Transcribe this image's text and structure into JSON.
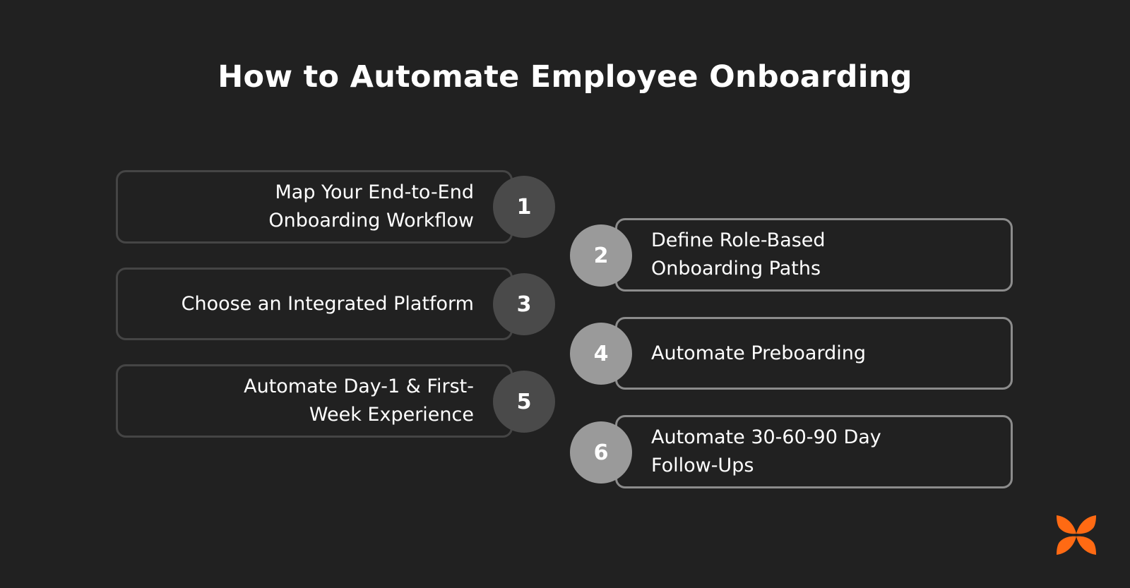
{
  "title": "How to Automate Employee Onboarding",
  "steps": [
    {
      "number": "1",
      "text": "Map Your End-to-End\nOnboarding Workflow"
    },
    {
      "number": "2",
      "text": "Define Role-Based\nOnboarding Paths"
    },
    {
      "number": "3",
      "text": "Choose an Integrated Platform"
    },
    {
      "number": "4",
      "text": "Automate Preboarding"
    },
    {
      "number": "5",
      "text": "Automate Day-1 & First-\nWeek Experience"
    },
    {
      "number": "6",
      "text": "Automate 30-60-90 Day\nFollow-Ups"
    }
  ],
  "colors": {
    "background": "#212121",
    "left_border": "#454545",
    "right_border": "#8c8c8c",
    "left_circle": "#4a4a4a",
    "right_circle": "#9a9a9a",
    "logo_accent": "#ff6a13"
  },
  "logo": {
    "icon": "butterfly-logo-icon"
  }
}
